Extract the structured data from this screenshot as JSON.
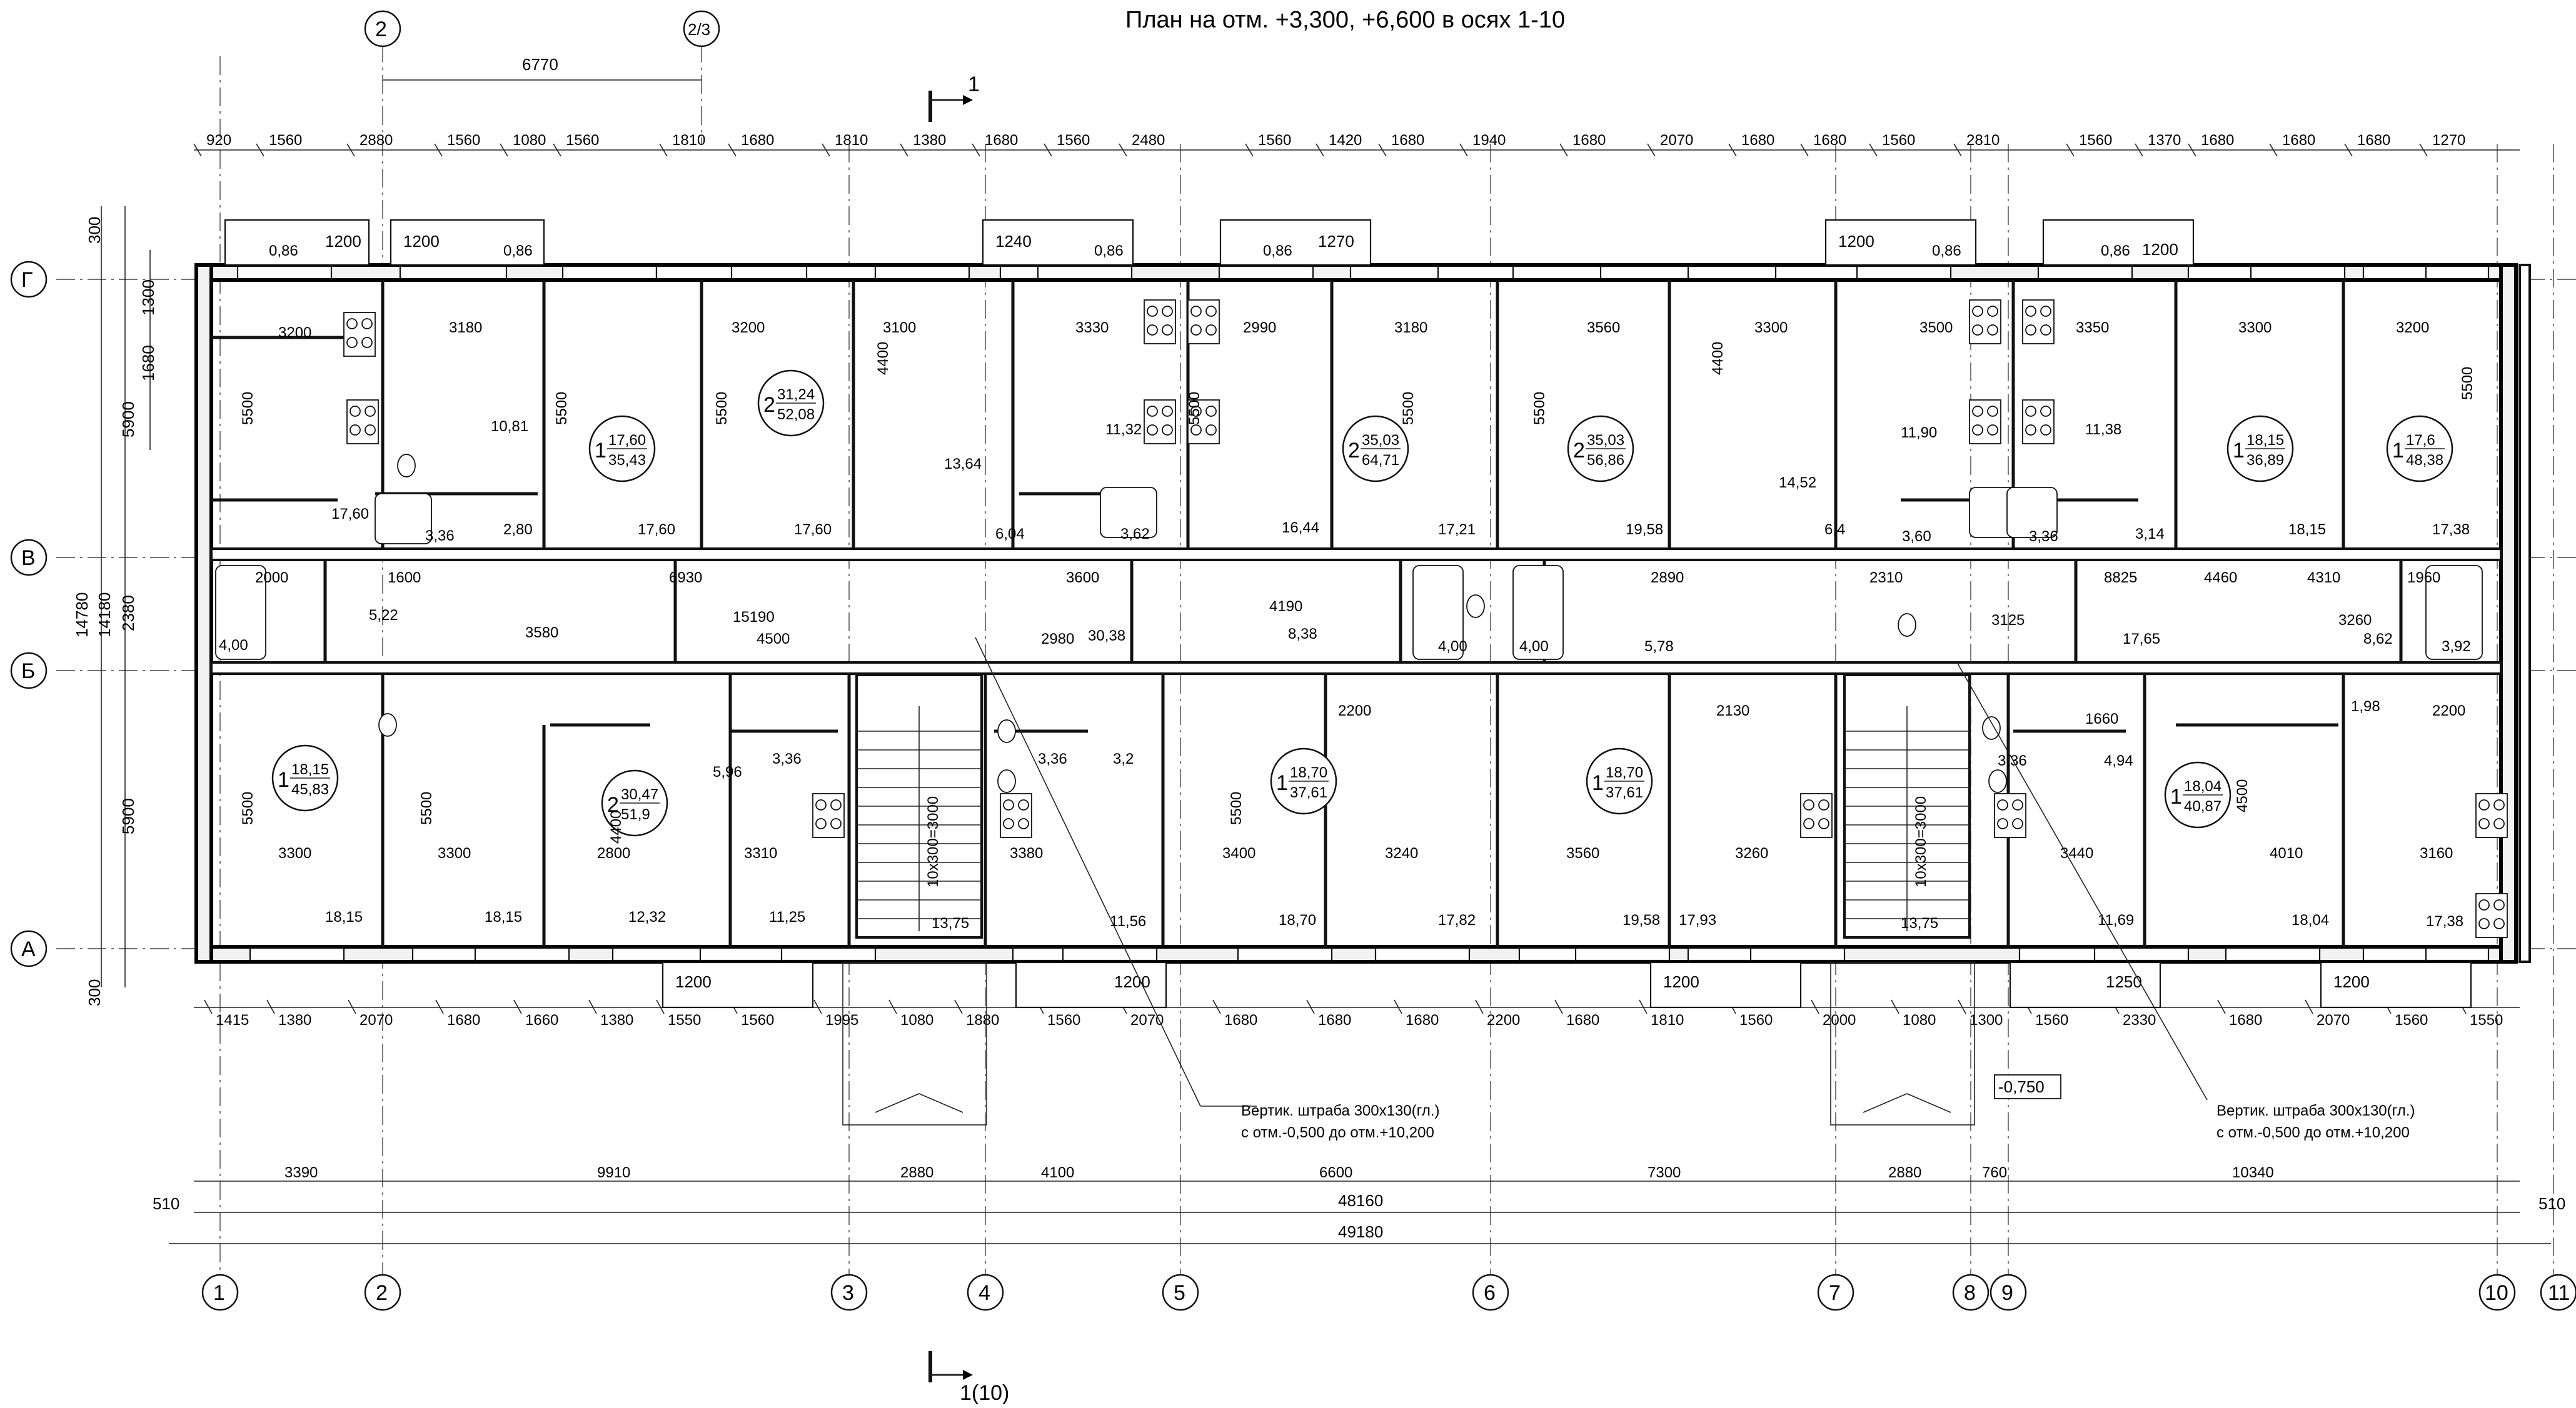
{
  "title": "План на отм. +3,300, +6,600 в осях 1-10",
  "axes_vertical": [
    "1",
    "2",
    "2/3",
    "3",
    "4",
    "5",
    "6",
    "7",
    "8",
    "9",
    "10",
    "11"
  ],
  "axes_horizontal": [
    "Г",
    "В",
    "Б",
    "А"
  ],
  "section_top": "1",
  "section_bottom": "1(10)",
  "level_mark": "-0,750",
  "top_dims": [
    "920",
    "1560",
    "2880",
    "1560",
    "1080",
    "1560",
    "1810",
    "1680",
    "1810",
    "1380",
    "1680",
    "1560",
    "2480",
    "1560",
    "1420",
    "1680",
    "1940",
    "1680",
    "2070",
    "1680",
    "1680",
    "1560",
    "2810",
    "1560",
    "1370",
    "1680",
    "1680",
    "1680",
    "1270"
  ],
  "top_dim_6770": "6770",
  "bottom_dims": [
    "1415",
    "1380",
    "2070",
    "1680",
    "1660",
    "1380",
    "1550",
    "1560",
    "1995",
    "1080",
    "1880",
    "1560",
    "2070",
    "1680",
    "1680",
    "1680",
    "2200",
    "1680",
    "1810",
    "1560",
    "2000",
    "1080",
    "1300",
    "1560",
    "2330",
    "1680",
    "2070",
    "1560",
    "1550"
  ],
  "bottom_dims_axes": [
    "3390",
    "9910",
    "2880",
    "4100",
    "6600",
    "7300",
    "2880",
    "760",
    "10340"
  ],
  "overall_inner": "48160",
  "overall_outer": "49180",
  "edge_510": "510",
  "left_dims": [
    "300",
    "1300",
    "1680",
    "5900",
    "2380",
    "14180",
    "14780",
    "5900",
    "300"
  ],
  "notes": [
    {
      "line1": "Вертик. штраба 300х130(гл.)",
      "line2": "с отм.-0,500 до отм.+10,200"
    },
    {
      "line1": "Вертик. штраба 300х130(гл.)",
      "line2": "с отм.-0,500 до отм.+10,200"
    }
  ],
  "apartments": [
    {
      "rooms": "1",
      "living": "17,60",
      "total": "35,43"
    },
    {
      "rooms": "2",
      "living": "31,24",
      "total": "52,08"
    },
    {
      "rooms": "2",
      "living": "35,03",
      "total": "64,71"
    },
    {
      "rooms": "2",
      "living": "35,03",
      "total": "56,86"
    },
    {
      "rooms": "1",
      "living": "18,15",
      "total": "36,89"
    },
    {
      "rooms": "1",
      "living": "17,6",
      "total": "48,38"
    },
    {
      "rooms": "1",
      "living": "18,15",
      "total": "45,83"
    },
    {
      "rooms": "2",
      "living": "30,47",
      "total": "51,9"
    },
    {
      "rooms": "1",
      "living": "18,70",
      "total": "37,61"
    },
    {
      "rooms": "1",
      "living": "18,70",
      "total": "37,61"
    },
    {
      "rooms": "1",
      "living": "18,04",
      "total": "40,87"
    }
  ],
  "stair_label": "10х300=3000",
  "room_areas_top": [
    "17,60",
    "10,81",
    "2,80",
    "3,36",
    "17,60",
    "17,60",
    "13,64",
    "6,04",
    "3,62",
    "11,32",
    "16,44",
    "17,21",
    "19,58",
    "14,52",
    "6,4",
    "11,90",
    "3,60",
    "3,36",
    "11,38",
    "3,14",
    "18,15",
    "17,38",
    "0,86",
    "0,86",
    "0,86",
    "0,86",
    "0,86",
    "0,86"
  ],
  "room_areas_mid": [
    "4,00",
    "5,22",
    "30,38",
    "8,38",
    "4,00",
    "4,00",
    "5,78",
    "17,65",
    "8,62",
    "3,92"
  ],
  "room_areas_bottom": [
    "18,15",
    "18,15",
    "12,32",
    "11,25",
    "5,96",
    "3,36",
    "13,75",
    "3,36",
    "3,2",
    "11,56",
    "18,70",
    "17,82",
    "19,58",
    "17,93",
    "13,75",
    "3,36",
    "4,94",
    "11,69",
    "18,04",
    "17,38",
    "1,98"
  ],
  "balconies_top": [
    "1200",
    "1200",
    "1240",
    "1270",
    "1200",
    "1200"
  ],
  "balconies_bottom": [
    "1200",
    "1200",
    "1200",
    "1250",
    "1200"
  ],
  "room_dims_top": [
    "3200",
    "3180",
    "3200",
    "3100",
    "3330",
    "2990",
    "3180",
    "3560",
    "3300",
    "3500",
    "3350",
    "3300",
    "3200"
  ],
  "room_dims_mid": [
    "2000",
    "1600",
    "6930",
    "15190",
    "3580",
    "4500",
    "2980",
    "3600",
    "4190",
    "2890",
    "2310",
    "8825",
    "4460",
    "4310",
    "3260",
    "3125",
    "1960"
  ],
  "room_dims_bottom": [
    "3300",
    "3300",
    "2800",
    "3310",
    "3380",
    "3400",
    "3240",
    "3560",
    "3260",
    "3440",
    "4010",
    "3160",
    "2200",
    "2130",
    "1660",
    "2200"
  ],
  "heights": [
    "5500",
    "5500",
    "5500",
    "5500",
    "5500",
    "5500",
    "5500",
    "5500",
    "5500",
    "5500",
    "4400",
    "4400",
    "4400",
    "4500"
  ]
}
